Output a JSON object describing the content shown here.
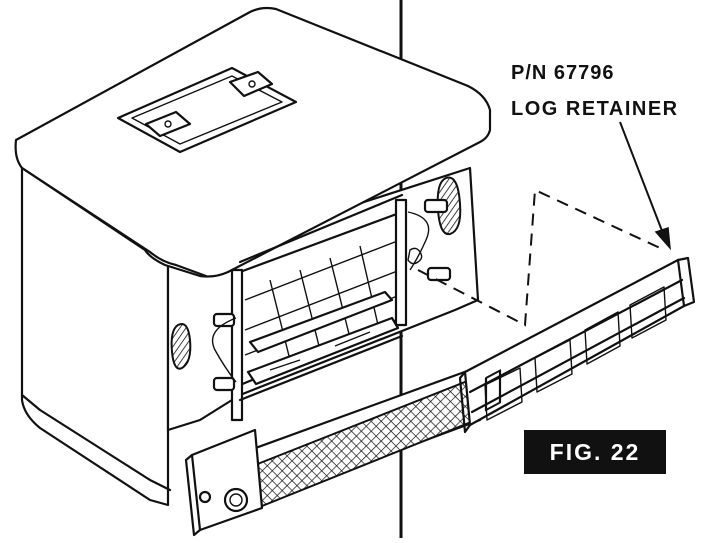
{
  "callout": {
    "part_number": "P/N 67796",
    "part_name": "LOG RETAINER"
  },
  "figure": {
    "label": "FIG. 22"
  },
  "colors": {
    "ink": "#111111",
    "paper": "#ffffff"
  }
}
